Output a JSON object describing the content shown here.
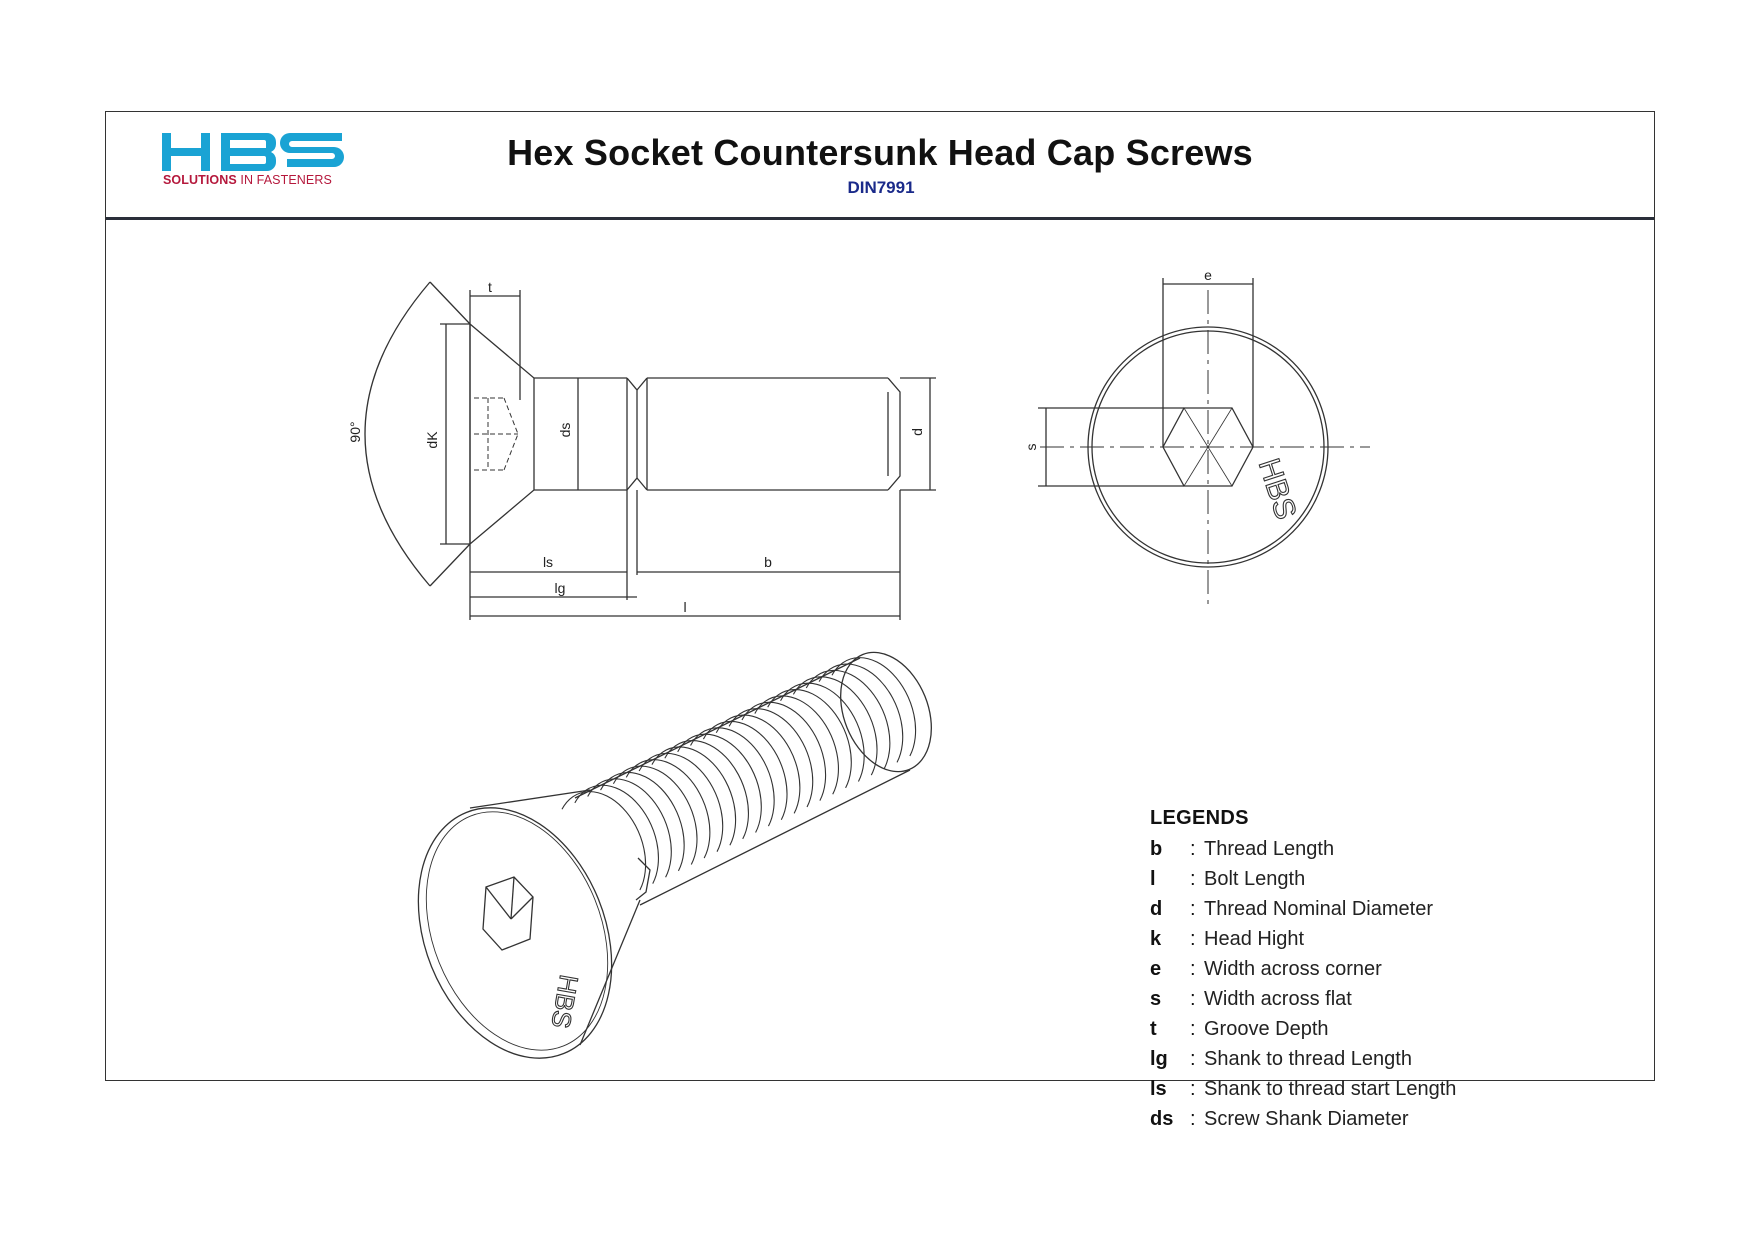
{
  "header": {
    "logo_text": "HBS",
    "logo_tagline_bold": "SOLUTIONS",
    "logo_tagline_rest": "IN FASTENERS",
    "title": "Hex Socket Countersunk Head Cap Screws",
    "subtitle": "DIN7991"
  },
  "side_view": {
    "angle_label": "90°",
    "dims": {
      "t": "t",
      "dk": "dK",
      "ds": "ds",
      "d": "d",
      "ls": "ls",
      "b": "b",
      "lg": "lg",
      "l": "l"
    }
  },
  "top_view": {
    "dims": {
      "e": "e",
      "s": "s"
    },
    "head_marking": "HBS"
  },
  "iso_view": {
    "head_marking": "HBS"
  },
  "legend": {
    "title": "LEGENDS",
    "items": [
      {
        "key": "b",
        "text": "Thread Length"
      },
      {
        "key": "l",
        "text": "Bolt Length"
      },
      {
        "key": "d",
        "text": "Thread Nominal Diameter"
      },
      {
        "key": "k",
        "text": "Head Hight"
      },
      {
        "key": "e",
        "text": "Width across corner"
      },
      {
        "key": "s",
        "text": "Width across flat"
      },
      {
        "key": "t",
        "text": "Groove Depth"
      },
      {
        "key": "lg",
        "text": "Shank to thread Length"
      },
      {
        "key": "ls",
        "text": "Shank to thread start Length"
      },
      {
        "key": "ds",
        "text": "Screw Shank Diameter"
      }
    ],
    "separator": ":"
  },
  "colors": {
    "logo_blue": "#1aa3d4",
    "logo_red": "#b5183c",
    "subtitle_blue": "#1a2a8a",
    "line": "#333333"
  }
}
